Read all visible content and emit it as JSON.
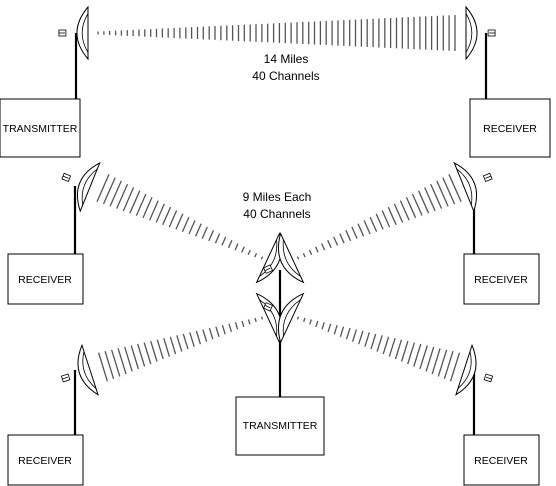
{
  "links": [
    {
      "distance": "14 Miles",
      "channels": "40 Channels",
      "transmitter_label": "TRANSMITTER",
      "receiver_label": "RECEIVER"
    },
    {
      "distance": "9 Miles Each",
      "channels": "40 Channels",
      "transmitter_label": "TRANSMITTER",
      "receiver_labels": [
        "RECEIVER",
        "RECEIVER",
        "RECEIVER",
        "RECEIVER"
      ]
    }
  ]
}
